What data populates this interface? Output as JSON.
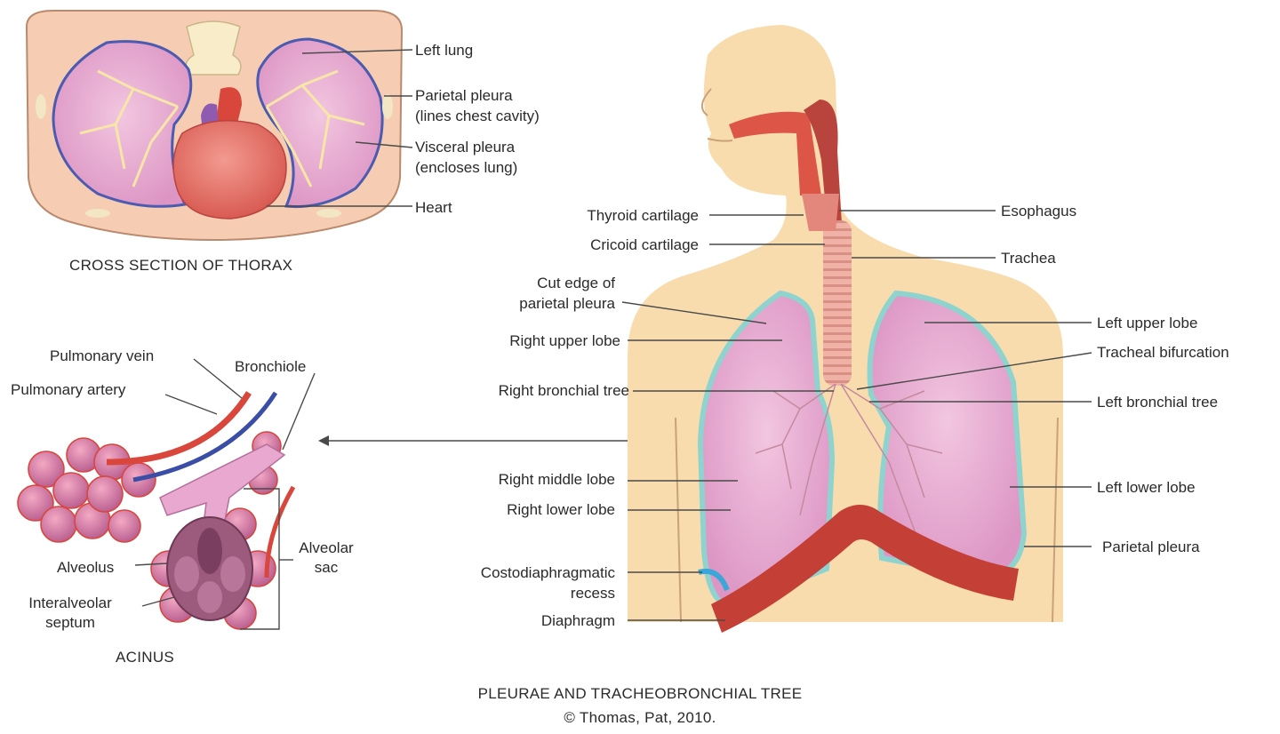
{
  "cross_section": {
    "caption": "CROSS SECTION OF THORAX",
    "labels": {
      "left_lung": "Left lung",
      "parietal_pleura_1": "Parietal pleura",
      "parietal_pleura_2": "(lines chest cavity)",
      "visceral_pleura_1": "Visceral pleura",
      "visceral_pleura_2": "(encloses lung)",
      "heart": "Heart"
    }
  },
  "acinus": {
    "caption": "ACINUS",
    "labels": {
      "pulmonary_vein": "Pulmonary vein",
      "pulmonary_artery": "Pulmonary artery",
      "bronchiole": "Bronchiole",
      "alveolus": "Alveolus",
      "interalveolar_1": "Interalveolar",
      "interalveolar_2": "septum",
      "alveolar_sac_1": "Alveolar",
      "alveolar_sac_2": "sac"
    }
  },
  "main": {
    "caption": "PLEURAE AND TRACHEOBRONCHIAL TREE",
    "credit": "© Thomas, Pat, 2010.",
    "left_labels": {
      "thyroid": "Thyroid cartilage",
      "cricoid": "Cricoid cartilage",
      "cut_edge_1": "Cut edge of",
      "cut_edge_2": "parietal pleura",
      "right_upper": "Right upper lobe",
      "right_bronchial": "Right bronchial tree",
      "right_middle": "Right middle lobe",
      "right_lower": "Right lower lobe",
      "costo_1": "Costodiaphragmatic",
      "costo_2": "recess",
      "diaphragm": "Diaphragm"
    },
    "right_labels": {
      "esophagus": "Esophagus",
      "trachea": "Trachea",
      "left_upper": "Left upper lobe",
      "tracheal_bifurcation": "Tracheal bifurcation",
      "left_bronchial": "Left bronchial tree",
      "left_lower": "Left lower lobe",
      "parietal_pleura": "Parietal pleura"
    }
  },
  "colors": {
    "skin": "#f8dcae",
    "lung_fill": "#e9a9cf",
    "lung_vessel_purple": "#8e5bb0",
    "artery_red": "#d8463c",
    "vein_blue": "#3a4ea6",
    "pleura_edge": "#8fd3cf",
    "diaphragm": "#c43f35",
    "heart": "#e86d66",
    "leader_line": "#4a4a4a"
  }
}
